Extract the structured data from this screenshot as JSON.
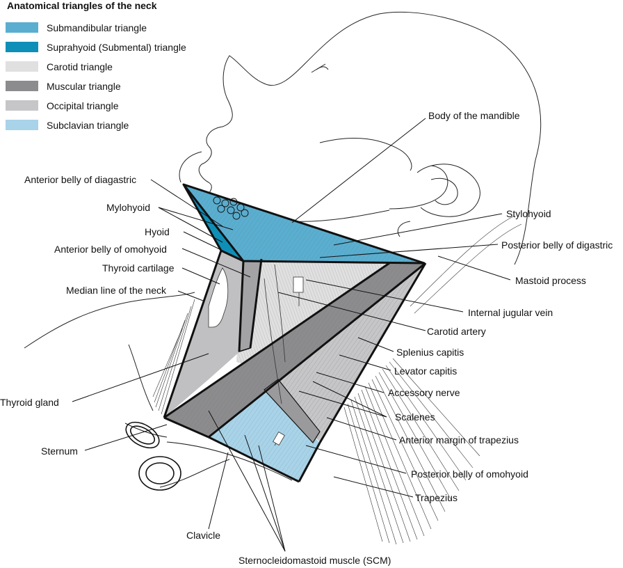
{
  "title": "Anatomical triangles of the neck",
  "legend": [
    {
      "label": "Submandibular triangle",
      "color": "#5aaed0"
    },
    {
      "label": "Suprahyoid (Submental) triangle",
      "color": "#0e8fb8"
    },
    {
      "label": "Carotid triangle",
      "color": "#e0e0e0"
    },
    {
      "label": "Muscular triangle",
      "color": "#8c8c8e"
    },
    {
      "label": "Occipital triangle",
      "color": "#c6c6c8"
    },
    {
      "label": "Subclavian triangle",
      "color": "#a8d3e8"
    }
  ],
  "labels": {
    "body_of_mandible": "Body of the mandible",
    "anterior_belly_digastric": "Anterior belly of diagastric",
    "mylohyoid": "Mylohyoid",
    "stylohyoid": "Stylohyoid",
    "hyoid": "Hyoid",
    "posterior_belly_digastric": "Posterior belly of digastric",
    "anterior_belly_omohyoid": "Anterior belly of omohyoid",
    "thyroid_cartilage": "Thyroid cartilage",
    "mastoid_process": "Mastoid process",
    "median_line": "Median line of the neck",
    "internal_jugular_vein": "Internal jugular vein",
    "carotid_artery": "Carotid artery",
    "splenius_capitis": "Splenius capitis",
    "levator_capitis": "Levator capitis",
    "thyroid_gland": "Thyroid gland",
    "accessory_nerve": "Accessory nerve",
    "scalenes": "Scalenes",
    "sternum": "Sternum",
    "anterior_margin_trapezius": "Anterior margin of trapezius",
    "posterior_belly_omohyoid": "Posterior belly of omohyoid",
    "trapezius": "Trapezius",
    "clavicle": "Clavicle",
    "scm": "Sternocleidomastoid muscle (SCM)"
  }
}
